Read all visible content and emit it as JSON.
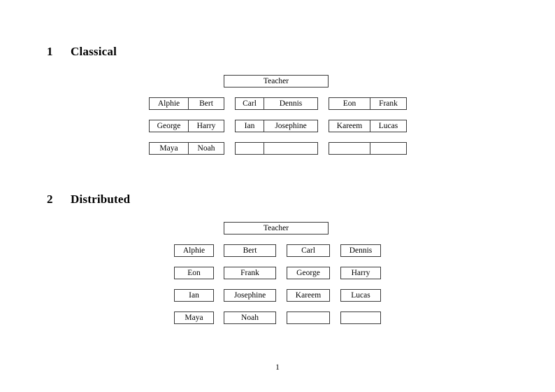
{
  "document": {
    "page_number": "1"
  },
  "sections": [
    {
      "number": "1",
      "title": "Classical",
      "teacher_label": "Teacher",
      "layout": "paired",
      "columns": 3,
      "rows": 3,
      "grid": [
        [
          {
            "left": "Alphie",
            "right": "Bert"
          },
          {
            "left": "Carl",
            "right": "Dennis"
          },
          {
            "left": "Eon",
            "right": "Frank"
          }
        ],
        [
          {
            "left": "George",
            "right": "Harry"
          },
          {
            "left": "Ian",
            "right": "Josephine"
          },
          {
            "left": "Kareem",
            "right": "Lucas"
          }
        ],
        [
          {
            "left": "Maya",
            "right": "Noah"
          },
          {
            "left": "",
            "right": ""
          },
          {
            "left": "",
            "right": ""
          }
        ]
      ]
    },
    {
      "number": "2",
      "title": "Distributed",
      "teacher_label": "Teacher",
      "layout": "single",
      "columns": 4,
      "rows": 4,
      "grid": [
        [
          "Alphie",
          "Bert",
          "Carl",
          "Dennis"
        ],
        [
          "Eon",
          "Frank",
          "George",
          "Harry"
        ],
        [
          "Ian",
          "Josephine",
          "Kareem",
          "Lucas"
        ],
        [
          "Maya",
          "Noah",
          "",
          ""
        ]
      ]
    }
  ]
}
